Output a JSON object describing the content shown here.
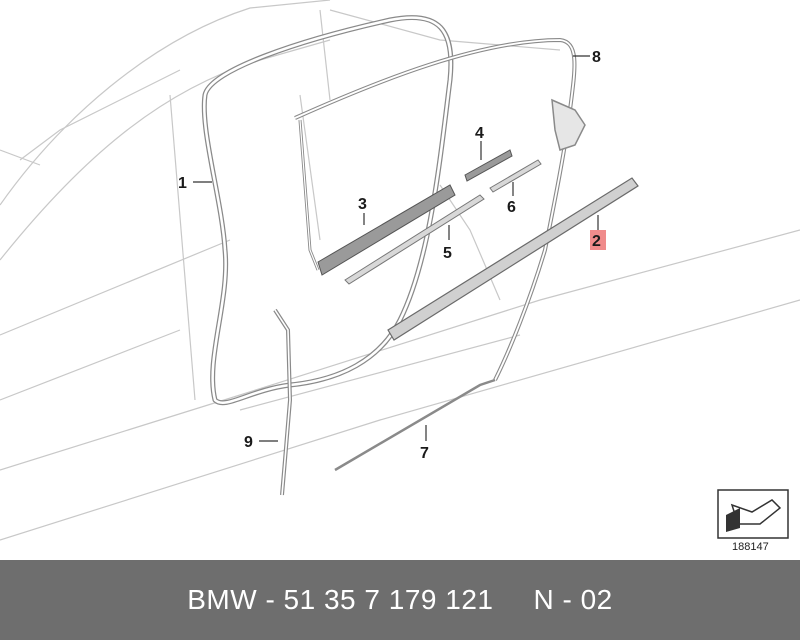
{
  "diagram": {
    "callouts": [
      {
        "id": "1",
        "label": "1",
        "highlight": false
      },
      {
        "id": "2",
        "label": "2",
        "highlight": true
      },
      {
        "id": "3",
        "label": "3",
        "highlight": false
      },
      {
        "id": "4",
        "label": "4",
        "highlight": false
      },
      {
        "id": "5",
        "label": "5",
        "highlight": false
      },
      {
        "id": "6",
        "label": "6",
        "highlight": false
      },
      {
        "id": "7",
        "label": "7",
        "highlight": false
      },
      {
        "id": "8",
        "label": "8",
        "highlight": false
      },
      {
        "id": "9",
        "label": "9",
        "highlight": false
      }
    ],
    "reference_number": "188147",
    "highlight_color": "#f08b8b",
    "icon": "direction-arrow-icon"
  },
  "footer": {
    "part_number": "BMW - 51 35 7 179 121",
    "variant": "N - 02",
    "background_color": "#6e6e6e"
  }
}
